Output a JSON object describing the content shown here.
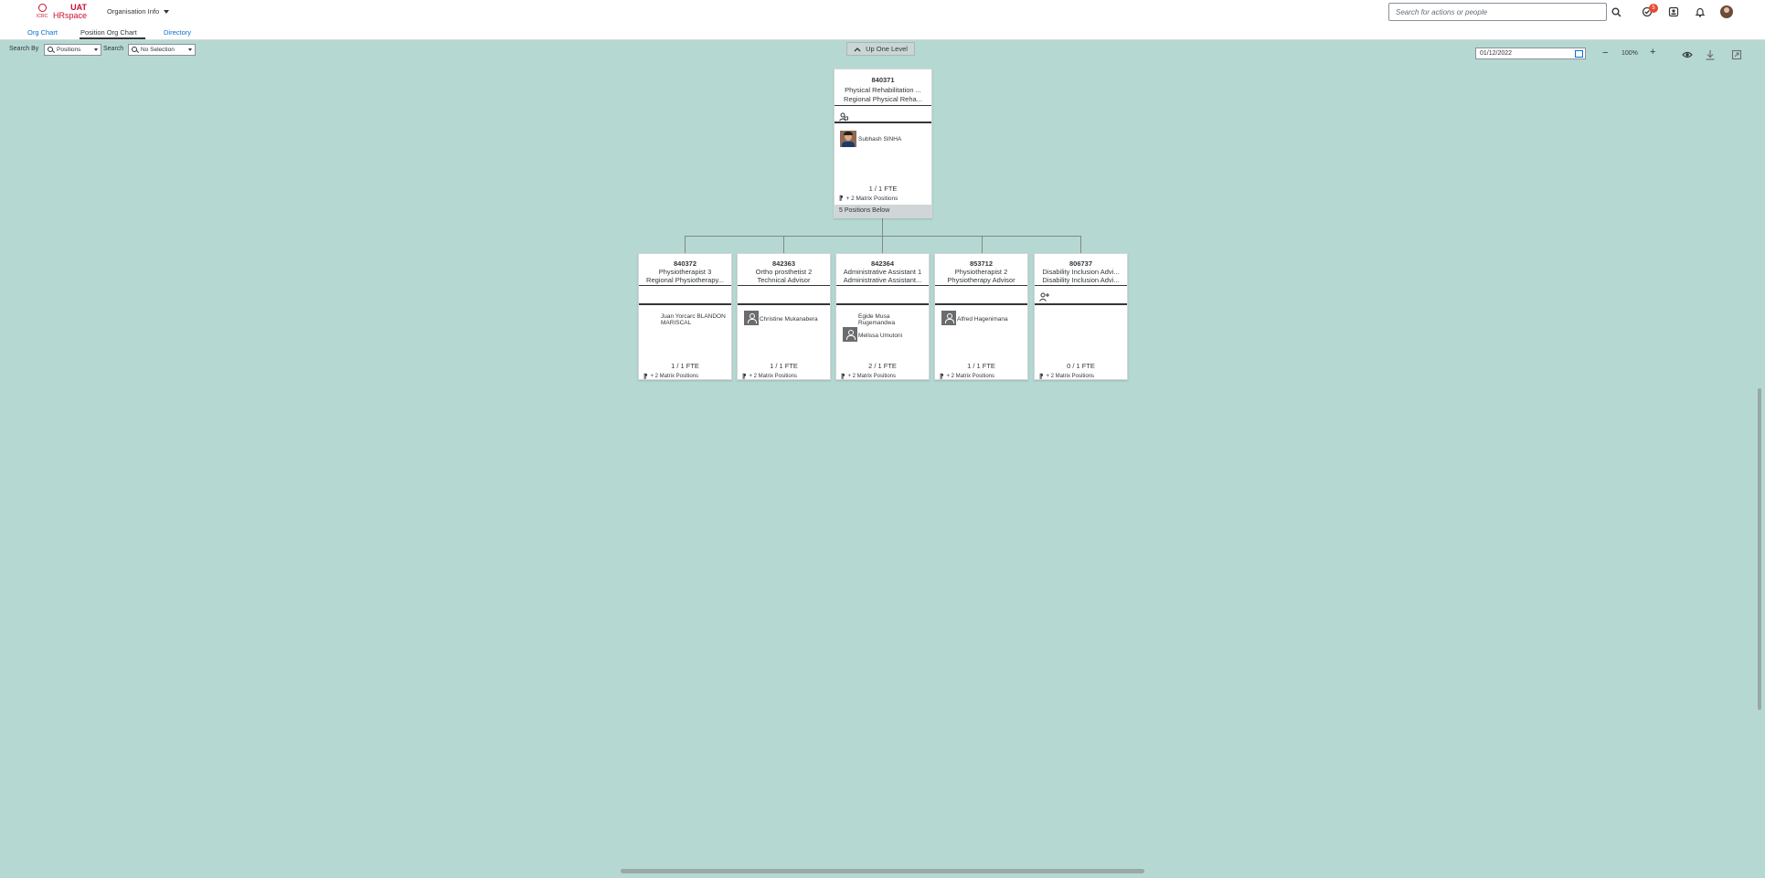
{
  "shell": {
    "logo_small": "ICRC",
    "logo_top": "UAT",
    "logo_bottom": "HRspace",
    "app_menu": "Organisation Info",
    "search_placeholder": "Search for actions or people",
    "notification_count": "5"
  },
  "tabs": [
    {
      "label": "Org Chart",
      "active": false
    },
    {
      "label": "Position Org Chart",
      "active": true
    },
    {
      "label": "Directory",
      "active": false
    }
  ],
  "toolbar": {
    "search_by_label": "Search By",
    "search_by_value": "Positions",
    "search_label": "Search",
    "search_value": "No Selection",
    "up_one_level": "Up One Level",
    "date": "01/12/2022",
    "zoom": "100%"
  },
  "root": {
    "id": "840371",
    "title1": "Physical Rehabilitation ...",
    "title2": "Regional Physical Reha...",
    "person": "Subhash SINHA",
    "fte": "1 / 1 FTE",
    "matrix": "+ 2 Matrix Positions",
    "below": "5 Positions Below"
  },
  "children": [
    {
      "id": "840372",
      "title1": "Physiotherapist 3",
      "title2": "Regional Physiotherapy...",
      "person1": "Juan Yorcarc BLANDON",
      "person1b": "MARISCAL",
      "fte": "1 / 1 FTE",
      "matrix": "+ 2 Matrix Positions"
    },
    {
      "id": "842363",
      "title1": "Ortho prosthetist 2",
      "title2": "Technical Advisor",
      "person1": "Christine Mukanabera",
      "fte": "1 / 1 FTE",
      "matrix": "+ 2 Matrix Positions"
    },
    {
      "id": "842364",
      "title1": "Administrative Assistant 1",
      "title2": "Administrative Assistant...",
      "person1": "Egide Musa",
      "person1b": "Rugemandwa",
      "person2": "Melissa Umutoni",
      "fte": "2 / 1 FTE",
      "matrix": "+ 2 Matrix Positions"
    },
    {
      "id": "853712",
      "title1": "Physiotherapist 2",
      "title2": "Physiotherapy Advisor",
      "person1": "Alfred Hagenimana",
      "fte": "1 / 1 FTE",
      "matrix": "+ 2 Matrix Positions"
    },
    {
      "id": "806737",
      "title1": "Disability Inclusion Advi...",
      "title2": "Disability Inclusion Advi...",
      "fte": "0 / 1 FTE",
      "matrix": "+ 2 Matrix Positions"
    }
  ]
}
